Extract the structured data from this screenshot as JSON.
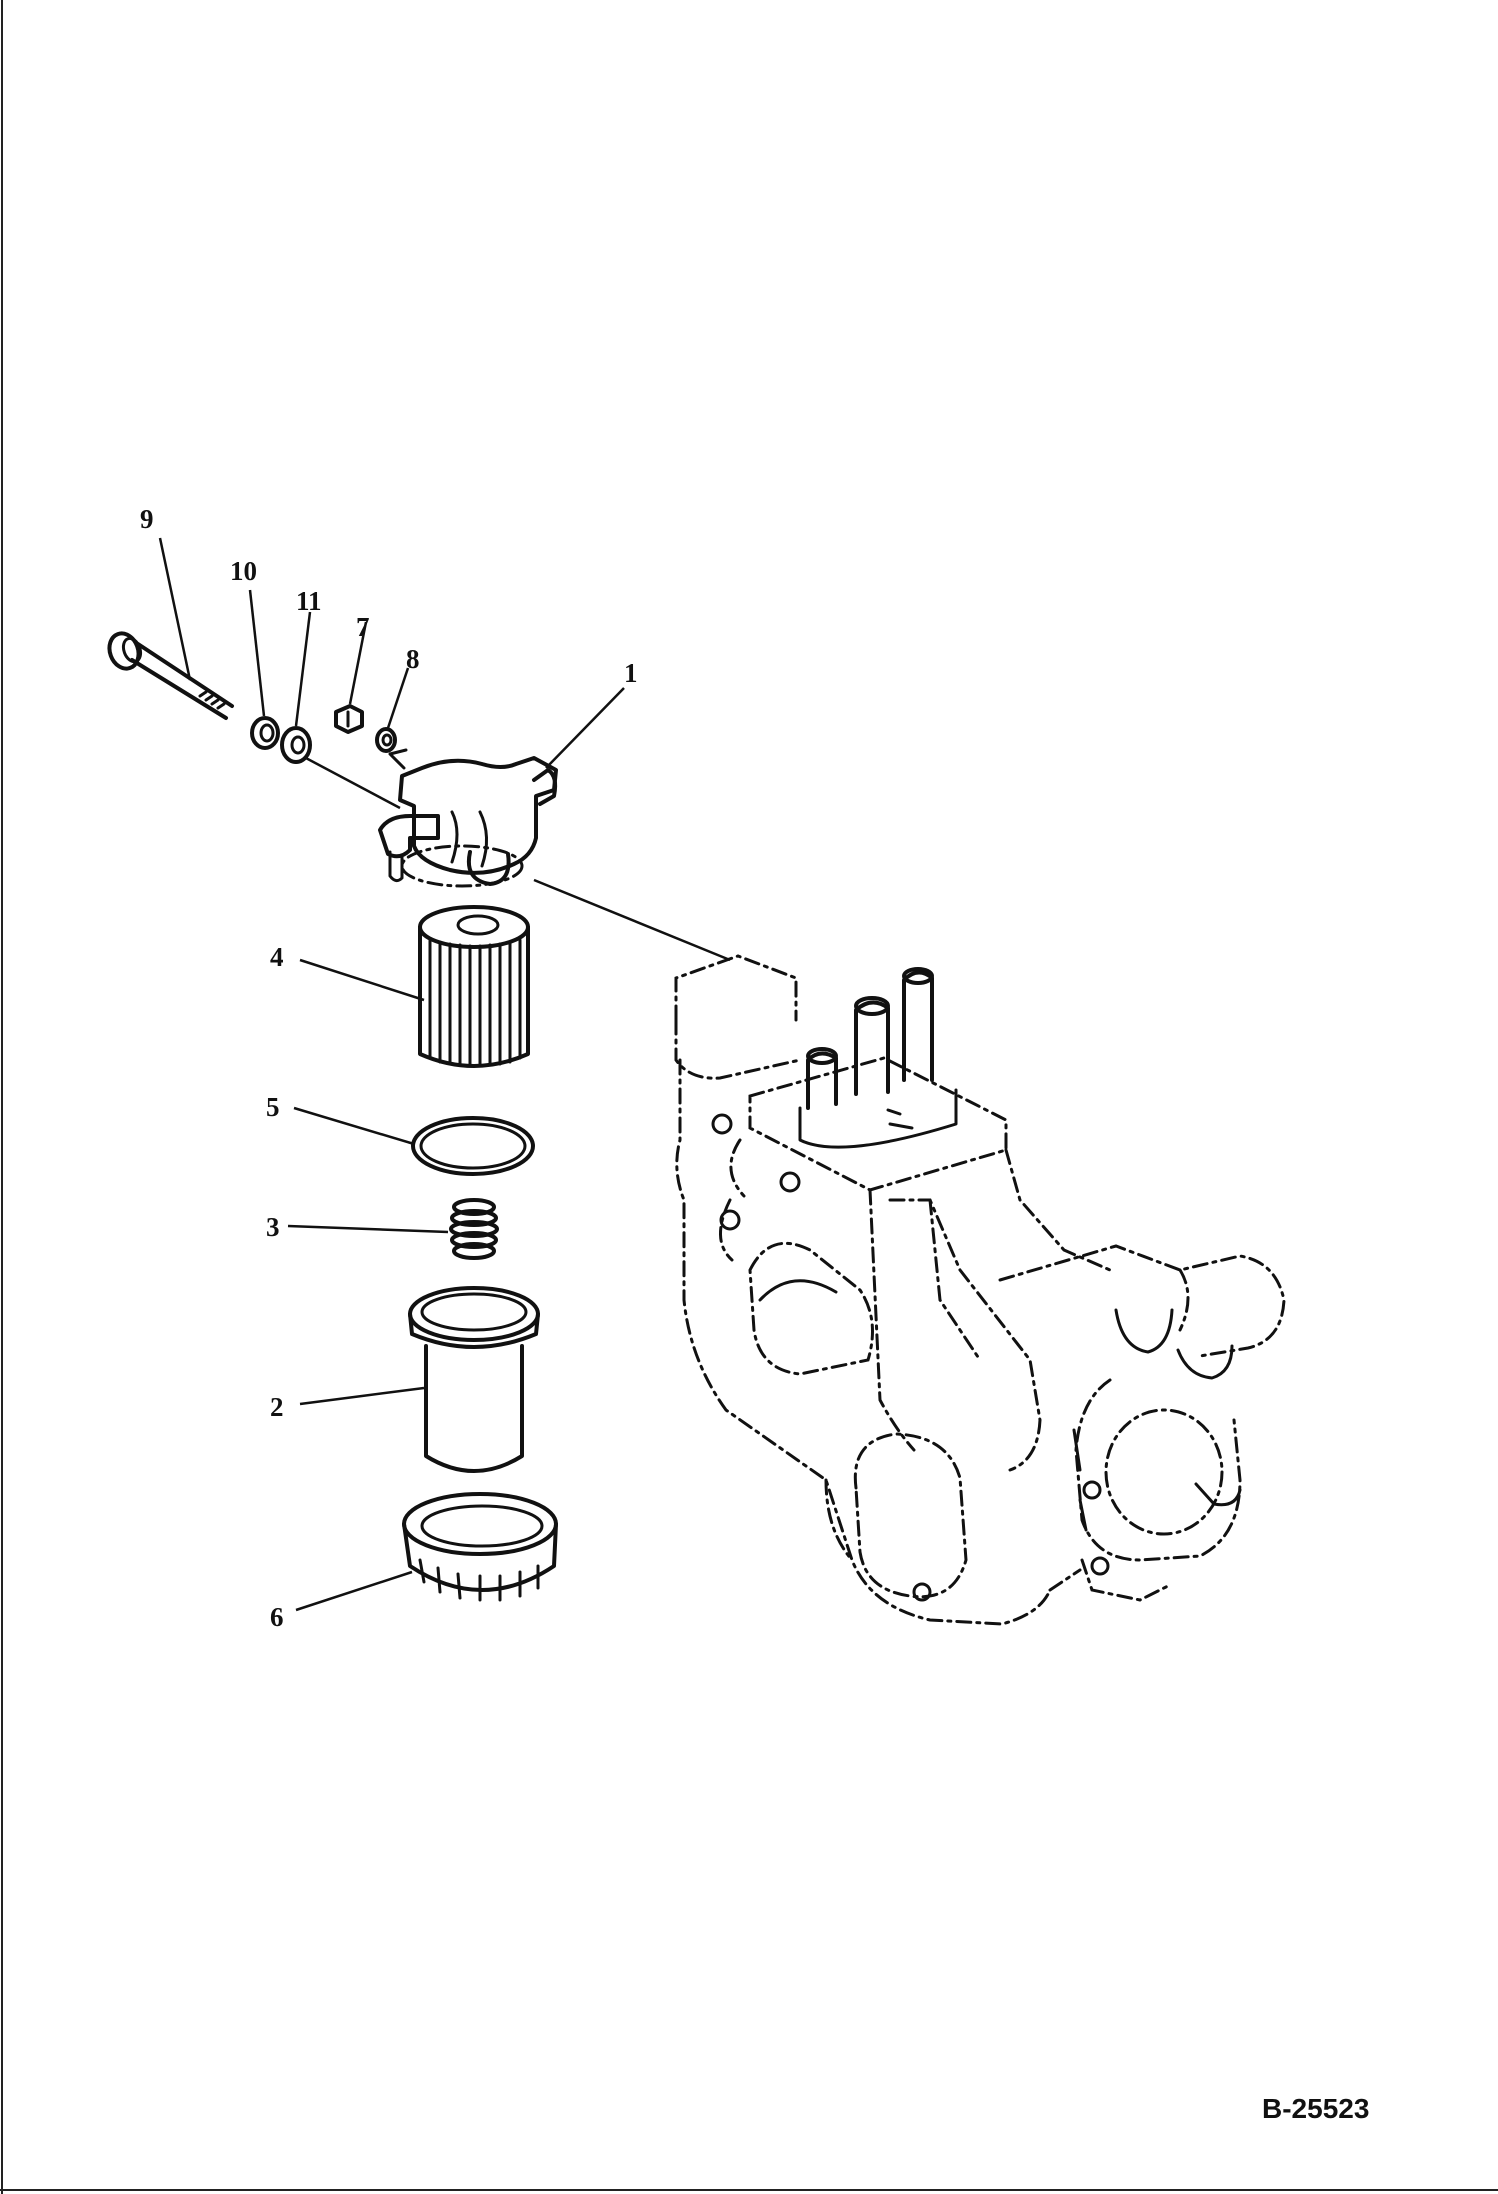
{
  "diagram": {
    "callouts": [
      {
        "id": "c1",
        "text": "1"
      },
      {
        "id": "c2",
        "text": "2"
      },
      {
        "id": "c3",
        "text": "3"
      },
      {
        "id": "c4",
        "text": "4"
      },
      {
        "id": "c5",
        "text": "5"
      },
      {
        "id": "c6",
        "text": "6"
      },
      {
        "id": "c7",
        "text": "7"
      },
      {
        "id": "c8",
        "text": "8"
      },
      {
        "id": "c9",
        "text": "9"
      },
      {
        "id": "c10",
        "text": "10"
      },
      {
        "id": "c11",
        "text": "11"
      }
    ],
    "reference_code": "B-25523"
  }
}
